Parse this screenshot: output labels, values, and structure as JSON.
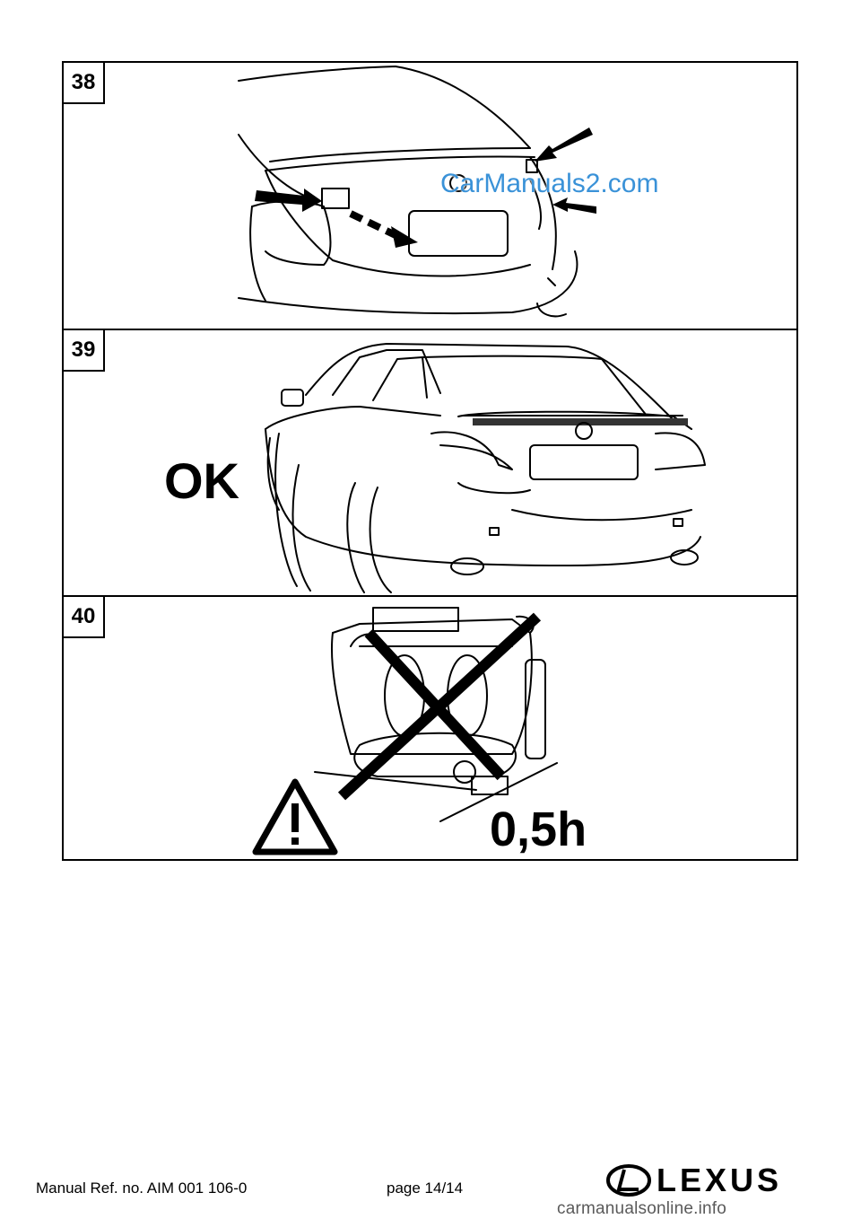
{
  "steps": [
    {
      "number": "38",
      "watermark": "CarManuals2.com"
    },
    {
      "number": "39",
      "label": "OK"
    },
    {
      "number": "40",
      "label": "0,5h"
    }
  ],
  "footer": {
    "manual_ref": "Manual Ref. no. AIM 001 106-0",
    "page": "page 14/14",
    "site": "carmanualsonline.info",
    "brand": "LEXUS"
  },
  "icons": {
    "arrow": "arrow-icon",
    "warning": "warning-triangle-icon",
    "prohibited": "cross-out-icon",
    "logo": "lexus-logo-icon"
  },
  "colors": {
    "line": "#000000",
    "watermark": "#3a92d8",
    "site_text": "#5a5a5a"
  }
}
